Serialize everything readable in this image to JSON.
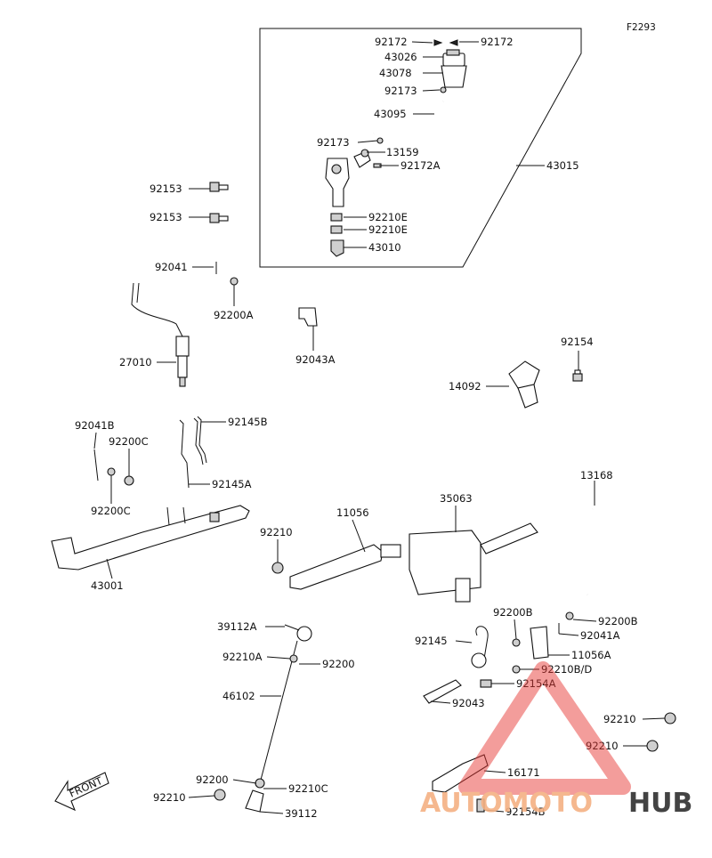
{
  "diagram": {
    "ref_code": "F2293",
    "front_label": "FRONT",
    "watermark": {
      "text_a": "AUTOMOTO",
      "text_b": "HUB",
      "color_a": "#f4b183",
      "color_b": "#2f2f2f",
      "triangle_color": "#e53935"
    },
    "parts": {
      "p92172a": "92172",
      "p92172b": "92172",
      "p43026": "43026",
      "p43078": "43078",
      "p92173a": "92173",
      "p43095": "43095",
      "p92173b": "92173",
      "p13159": "13159",
      "p92172A": "92172A",
      "p43015": "43015",
      "p92153a": "92153",
      "p92153b": "92153",
      "p92210Ea": "92210E",
      "p92210Eb": "92210E",
      "p43010": "43010",
      "p92041": "92041",
      "p92200A": "92200A",
      "p92043A": "92043A",
      "p27010": "27010",
      "p92154": "92154",
      "p14092": "14092",
      "p92041B": "92041B",
      "p92145B": "92145B",
      "p92200Ca": "92200C",
      "p92200Cb": "92200C",
      "p92145A": "92145A",
      "p13168": "13168",
      "p35063": "35063",
      "p11056": "11056",
      "p92210a": "92210",
      "p43001": "43001",
      "p92200Ba": "92200B",
      "p92200Bb": "92200B",
      "p92041A": "92041A",
      "p39112A": "39112A",
      "p92210A": "92210A",
      "p92200a": "92200",
      "p92145": "92145",
      "p11056A": "11056A",
      "p92210BD": "92210B/D",
      "p46102": "46102",
      "p92154A": "92154A",
      "p92043": "92043",
      "p92210b": "92210",
      "p92210c": "92210",
      "p16171": "16171",
      "p92200b": "92200",
      "p92210C": "92210C",
      "p92210d": "92210",
      "p39112": "39112",
      "p92154B": "92154B"
    }
  }
}
